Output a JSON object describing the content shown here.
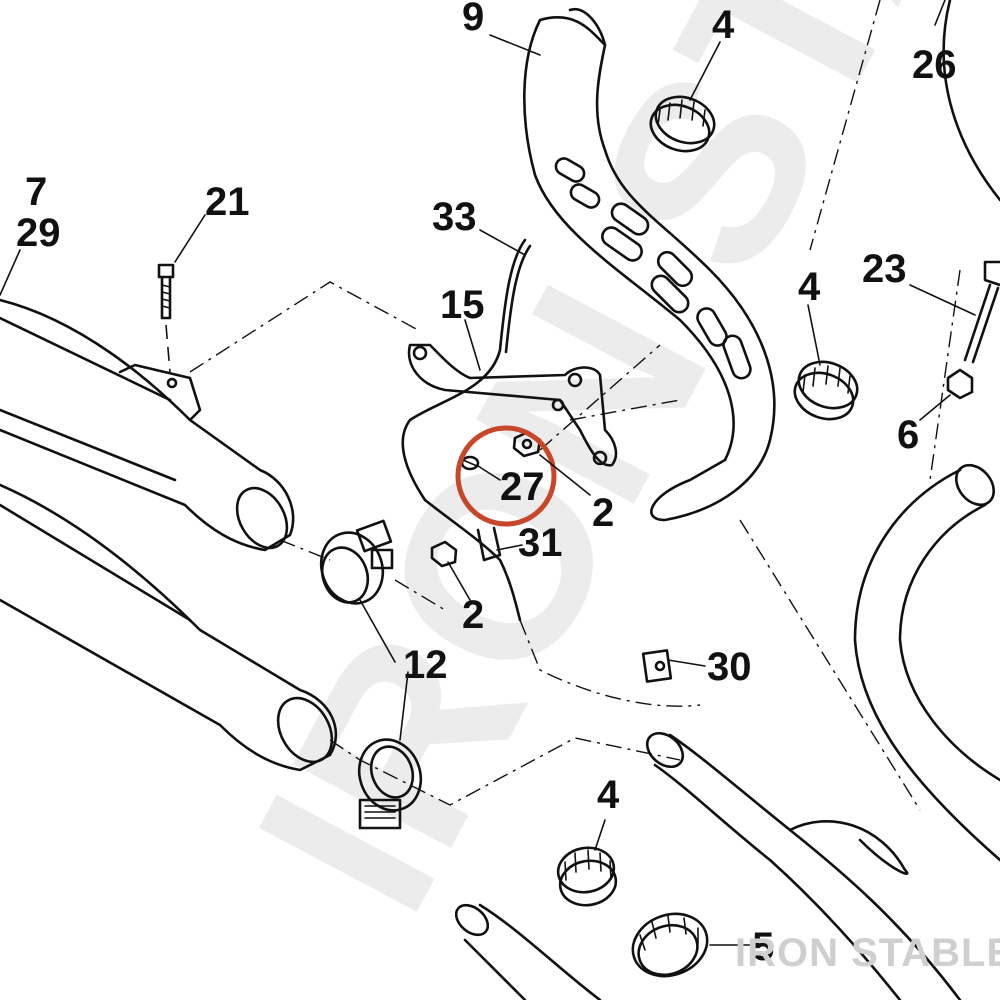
{
  "watermark_text": "IRON STABLE",
  "brand_text": "IRON STABLE",
  "highlight_color": "#c8472a",
  "callouts": {
    "c9": "9",
    "c4a": "4",
    "c26": "26",
    "c7": "7",
    "c29": "29",
    "c21": "21",
    "c33": "33",
    "c15": "15",
    "c4b": "4",
    "c23": "23",
    "c6": "6",
    "c27": "27",
    "c2a": "2",
    "c31": "31",
    "c2b": "2",
    "c12": "12",
    "c30": "30",
    "c4c": "4",
    "c5": "5"
  }
}
